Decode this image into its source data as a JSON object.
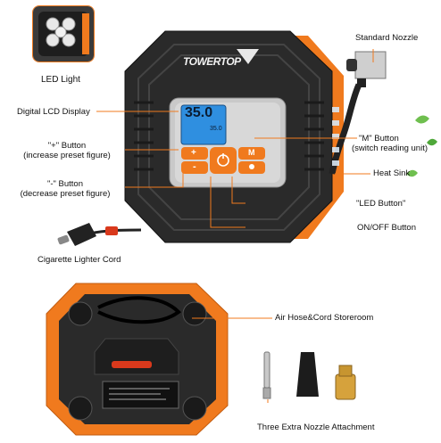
{
  "labels": {
    "led_light": "LED Light",
    "standard_nozzle": "Standard Nozzle",
    "digital_lcd": "Digital LCD Display",
    "plus_button": "\"+\" Button",
    "plus_button_desc": "(increase preset figure)",
    "minus_button": "\"-\" Button",
    "minus_button_desc": "(decrease preset figure)",
    "m_button": "\"M\" Button",
    "m_button_desc": "(switch reading unit)",
    "heat_sink": "Heat Sink",
    "led_button": "\"LED Button\"",
    "onoff_button": "ON/OFF Button",
    "cigarette_cord": "Cigarette Lighter Cord",
    "storeroom": "Air Hose&Cord Storeroom",
    "nozzle_attachment": "Three Extra Nozzle Attachment"
  },
  "device": {
    "brand": "TOWERTOP",
    "lcd_main": "35.0",
    "lcd_small": "35.0",
    "btn_plus": "+",
    "btn_minus": "-",
    "btn_m": "M"
  },
  "colors": {
    "accent": "#f07a1e",
    "body": "#2b2b2b",
    "lcd": "#2f8fe0"
  }
}
